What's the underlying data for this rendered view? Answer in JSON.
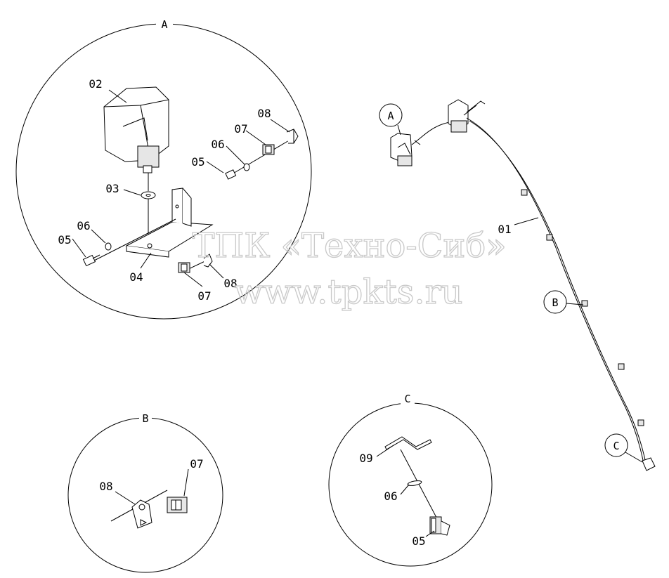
{
  "detail_views": [
    {
      "letter": "A"
    },
    {
      "letter": "B"
    },
    {
      "letter": "C"
    }
  ],
  "callouts": [
    "A",
    "B",
    "C"
  ],
  "part_labels": {
    "a_02": "02",
    "a_03": "03",
    "a_04": "04",
    "a_05_left": "05",
    "a_06_left": "06",
    "a_05_upper": "05",
    "a_06_upper": "06",
    "a_07_upper": "07",
    "a_08_upper": "08",
    "a_07_lower": "07",
    "a_08_lower": "08",
    "main_01": "01",
    "b_08": "08",
    "b_07": "07",
    "c_09": "09",
    "c_06": "06",
    "c_05": "05"
  },
  "watermark": {
    "line1": "ТПК «Техно-Сиб»",
    "line2": "www.tpkts.ru"
  }
}
